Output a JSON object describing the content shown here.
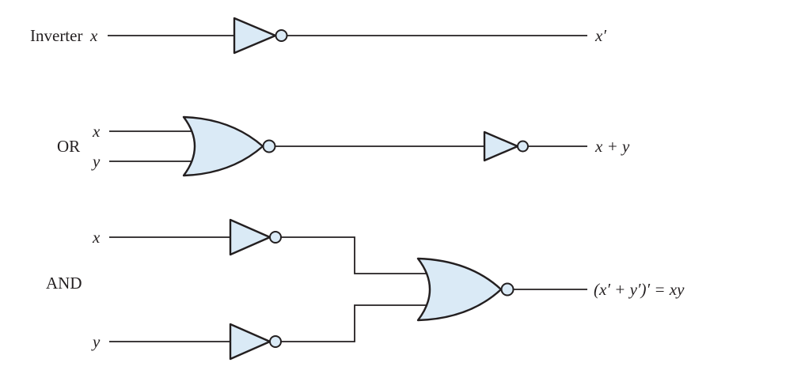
{
  "diagram": {
    "description": "Logic operations implemented with NOR gates and inverters",
    "colors": {
      "gate_fill": "#daeaf6",
      "stroke": "#231f20",
      "background": "#ffffff"
    },
    "rows": [
      {
        "label": "Inverter",
        "inputs": [
          "x"
        ],
        "output": "x′",
        "gates": [
          "not-gate"
        ]
      },
      {
        "label": "OR",
        "inputs": [
          "x",
          "y"
        ],
        "output": "x + y",
        "gates": [
          "nor-gate",
          "not-gate"
        ]
      },
      {
        "label": "AND",
        "inputs": [
          "x",
          "y"
        ],
        "output": "(x′ + y′)′ = xy",
        "gates": [
          "not-gate",
          "not-gate",
          "nor-gate"
        ]
      }
    ]
  }
}
